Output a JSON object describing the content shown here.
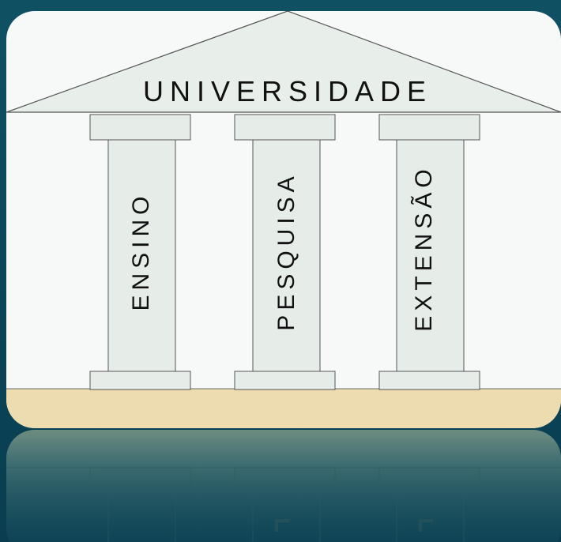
{
  "title": "UNIVERSIDADE",
  "pillars": [
    {
      "label": "ENSINO"
    },
    {
      "label": "PESQUISA"
    },
    {
      "label": "EXTENSÃO"
    }
  ],
  "colors": {
    "background": "#0f4c5f",
    "panel": "#f7f8f8",
    "stone": "#e6ede9",
    "ground": "#ecdcaf",
    "outline": "#555555"
  }
}
